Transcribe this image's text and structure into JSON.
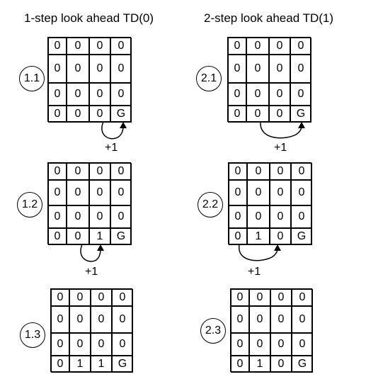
{
  "headings": {
    "left": "1-step look ahead TD(0)",
    "right": "2-step look ahead TD(1)"
  },
  "panels": [
    {
      "label": "1.1",
      "cells": [
        [
          "0",
          "0",
          "0",
          "0"
        ],
        [
          "0",
          "0",
          "0",
          "0"
        ],
        [
          "0",
          "0",
          "0",
          "0"
        ],
        [
          "0",
          "0",
          "0",
          "G"
        ]
      ],
      "reward": "+1"
    },
    {
      "label": "1.2",
      "cells": [
        [
          "0",
          "0",
          "0",
          "0"
        ],
        [
          "0",
          "0",
          "0",
          "0"
        ],
        [
          "0",
          "0",
          "0",
          "0"
        ],
        [
          "0",
          "0",
          "1",
          "G"
        ]
      ],
      "reward": "+1"
    },
    {
      "label": "1.3",
      "cells": [
        [
          "0",
          "0",
          "0",
          "0"
        ],
        [
          "0",
          "0",
          "0",
          "0"
        ],
        [
          "0",
          "0",
          "0",
          "0"
        ],
        [
          "0",
          "1",
          "1",
          "G"
        ]
      ]
    },
    {
      "label": "2.1",
      "cells": [
        [
          "0",
          "0",
          "0",
          "0"
        ],
        [
          "0",
          "0",
          "0",
          "0"
        ],
        [
          "0",
          "0",
          "0",
          "0"
        ],
        [
          "0",
          "0",
          "0",
          "G"
        ]
      ],
      "reward": "+1"
    },
    {
      "label": "2.2",
      "cells": [
        [
          "0",
          "0",
          "0",
          "0"
        ],
        [
          "0",
          "0",
          "0",
          "0"
        ],
        [
          "0",
          "0",
          "0",
          "0"
        ],
        [
          "0",
          "1",
          "0",
          "G"
        ]
      ],
      "reward": "+1"
    },
    {
      "label": "2.3",
      "cells": [
        [
          "0",
          "0",
          "0",
          "0"
        ],
        [
          "0",
          "0",
          "0",
          "0"
        ],
        [
          "0",
          "0",
          "0",
          "0"
        ],
        [
          "0",
          "1",
          "0",
          "G"
        ]
      ]
    }
  ]
}
